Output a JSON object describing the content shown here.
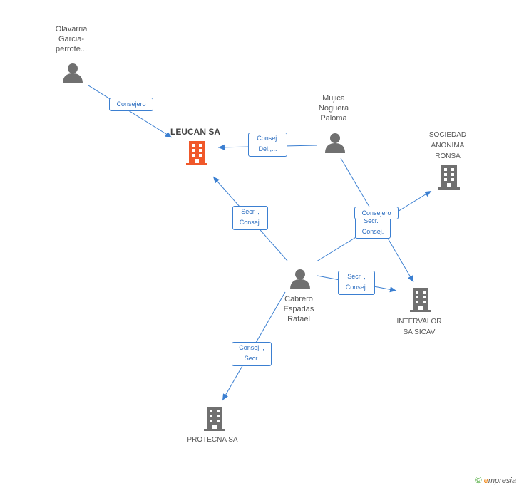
{
  "colors": {
    "edge": "#3b7fd1",
    "person_icon": "#707070",
    "company_icon": "#707070",
    "focus_company": "#f0582a"
  },
  "nodes": {
    "olavarria": {
      "lines": [
        "Olavarria",
        "Garcia-",
        "perrote..."
      ],
      "icon": "person-icon"
    },
    "mujica": {
      "lines": [
        "Mujica",
        "Noguera",
        "Paloma"
      ],
      "icon": "person-icon"
    },
    "leucan": {
      "label": "LEUCAN SA",
      "icon": "building-icon"
    },
    "ronsa": {
      "lines": [
        "SOCIEDAD",
        "ANONIMA",
        "RONSA"
      ],
      "icon": "building-icon"
    },
    "cabrero": {
      "lines": [
        "Cabrero",
        "Espadas",
        "Rafael"
      ],
      "icon": "person-icon"
    },
    "intervalor": {
      "lines": [
        "INTERVALOR",
        "SA SICAV"
      ],
      "icon": "building-icon"
    },
    "protecna": {
      "label": "PROTECNA SA",
      "icon": "building-icon"
    }
  },
  "roles": {
    "olavarria_leucan": [
      "Consejero"
    ],
    "mujica_leucan": [
      "Consej.",
      "Del.,..."
    ],
    "cabrero_leucan": [
      "Secr. ,",
      "Consej."
    ],
    "cabrero_ronsa": [
      "Consejero"
    ],
    "mujica_intervalor": [
      "Secr. ,",
      "Consej."
    ],
    "cabrero_intervalor": [
      "Secr. ,",
      "Consej."
    ],
    "cabrero_protecna": [
      "Consej. ,",
      "Secr."
    ]
  },
  "footer": {
    "copyright": "©",
    "brand_initial": "e",
    "brand_rest": "mpresia"
  }
}
